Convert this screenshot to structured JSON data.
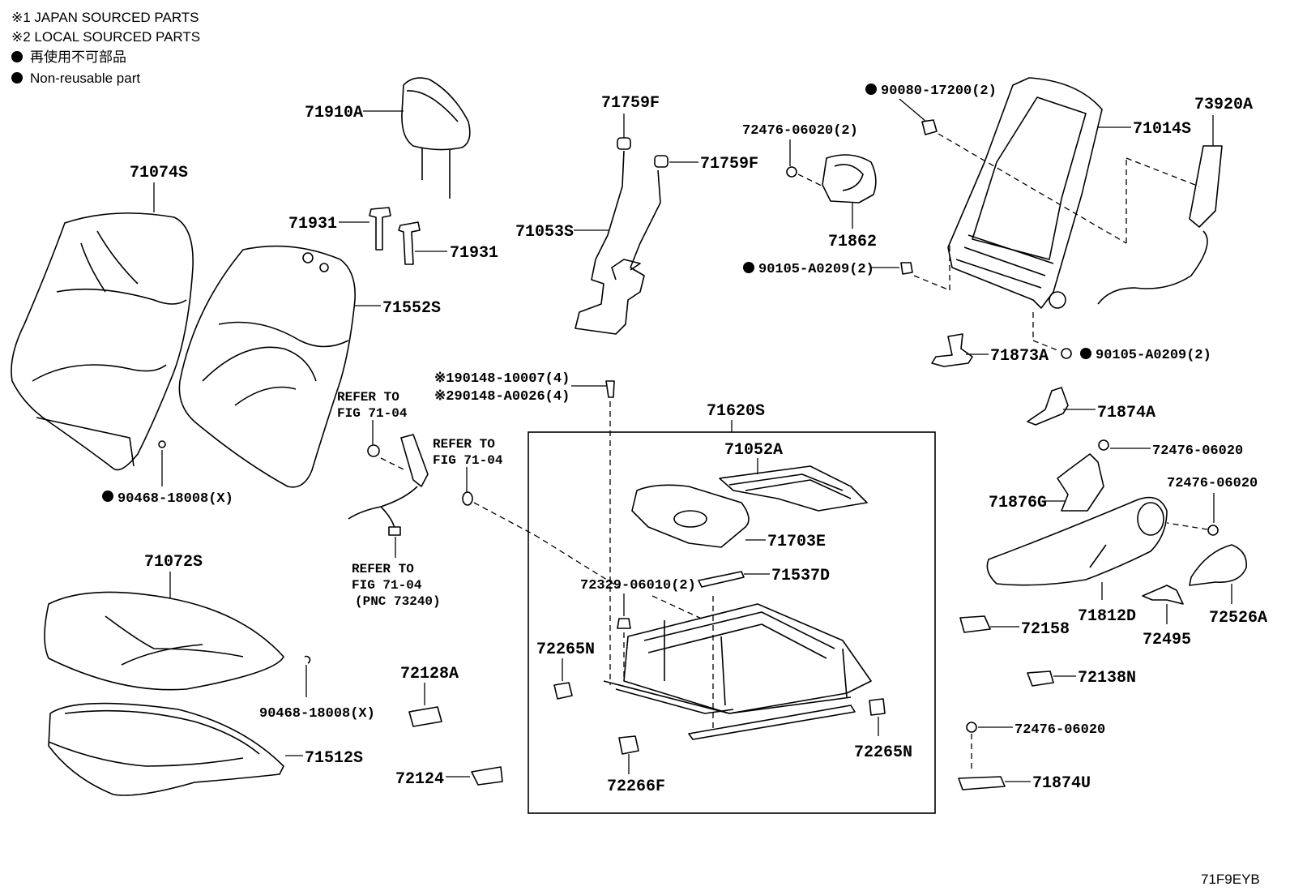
{
  "legend": {
    "item1": "※1  JAPAN SOURCED PARTS",
    "item2": "※2  LOCAL SOURCED PARTS",
    "item3": "再使用不可部品",
    "item4": "Non-reusable part"
  },
  "figure_code": "71F9EYB",
  "labels": {
    "p71910A": "71910A",
    "p71074S": "71074S",
    "p71931a": "71931",
    "p71931b": "71931",
    "p71552S": "71552S",
    "p71759Fa": "71759F",
    "p71759Fb": "71759F",
    "p71053S": "71053S",
    "p90080": "90080-17200(2)",
    "p72476a": "72476-06020(2)",
    "p71862": "71862",
    "p90105a": "90105-A0209(2)",
    "p71014S": "71014S",
    "p73920A": "73920A",
    "p71873A": "71873A",
    "p90105b": "90105-A0209(2)",
    "p71874A": "71874A",
    "p72476b": "72476-06020",
    "p72476c": "72476-06020",
    "p71876G": "71876G",
    "p90468a": "90468-18008(X)",
    "p90148a": "※190148-10007(4)",
    "p90148b": "※290148-A0026(4)",
    "p71620S": "71620S",
    "p71052A": "71052A",
    "p71703E": "71703E",
    "p71537D": "71537D",
    "p72329": "72329-06010(2)",
    "p71072S": "71072S",
    "p72265Na": "72265N",
    "p72265Nb": "72265N",
    "p72266F": "72266F",
    "p72128A": "72128A",
    "p72124": "72124",
    "p90468b": "90468-18008(X)",
    "p71512S": "71512S",
    "p71812D": "71812D",
    "p72526A": "72526A",
    "p72495": "72495",
    "p72158": "72158",
    "p72138N": "72138N",
    "p72476d": "72476-06020",
    "p71874U": "71874U"
  },
  "refs": {
    "r1a": "REFER TO",
    "r1b": "FIG 71-04",
    "r2a": "REFER TO",
    "r2b": "FIG 71-04",
    "r3a": "REFER TO",
    "r3b": "FIG 71-04",
    "r3c": "(PNC 73240)"
  }
}
